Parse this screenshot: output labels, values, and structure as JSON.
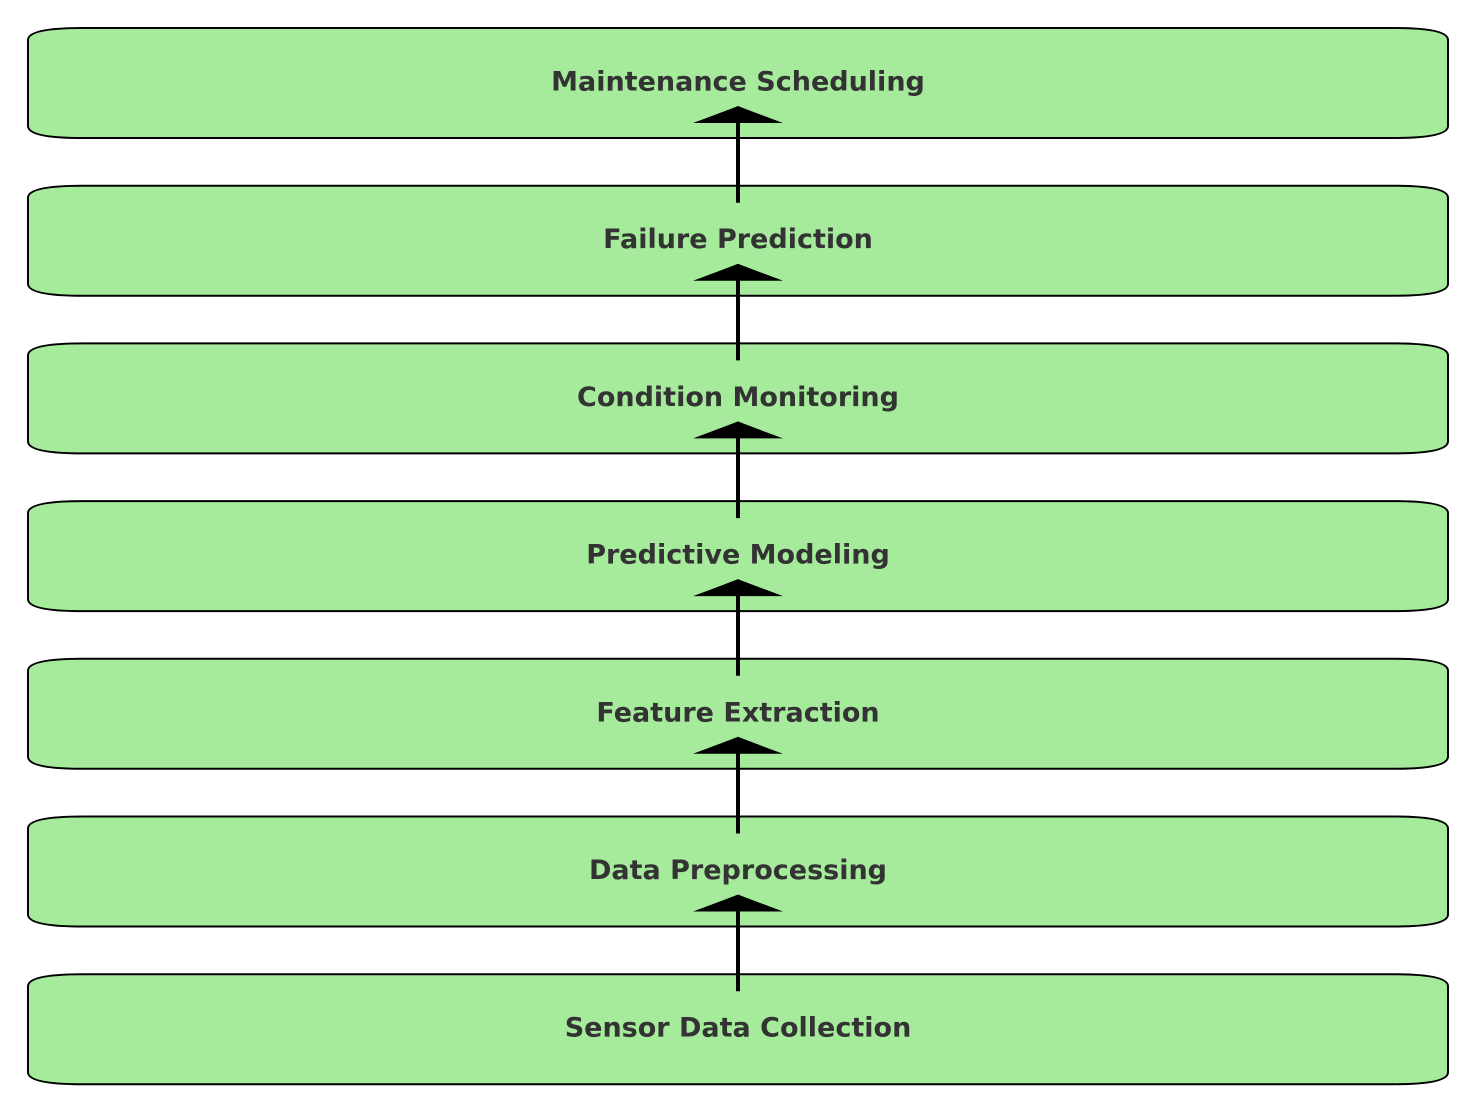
{
  "colors": {
    "stage_fill": "#a5eb9b",
    "stage_stroke": "#000000",
    "label_text": "#333333",
    "arrow": "#000000",
    "background": "#ffffff"
  },
  "diagram": {
    "direction": "bottom-to-top",
    "stages": [
      {
        "id": "maintenance-scheduling",
        "label": "Maintenance Scheduling"
      },
      {
        "id": "failure-prediction",
        "label": "Failure Prediction"
      },
      {
        "id": "condition-monitoring",
        "label": "Condition Monitoring"
      },
      {
        "id": "predictive-modeling",
        "label": "Predictive Modeling"
      },
      {
        "id": "feature-extraction",
        "label": "Feature Extraction"
      },
      {
        "id": "data-preprocessing",
        "label": "Data Preprocessing"
      },
      {
        "id": "sensor-data-collection",
        "label": "Sensor Data Collection"
      }
    ],
    "edges": [
      {
        "from": "sensor-data-collection",
        "to": "data-preprocessing"
      },
      {
        "from": "data-preprocessing",
        "to": "feature-extraction"
      },
      {
        "from": "feature-extraction",
        "to": "predictive-modeling"
      },
      {
        "from": "predictive-modeling",
        "to": "condition-monitoring"
      },
      {
        "from": "condition-monitoring",
        "to": "failure-prediction"
      },
      {
        "from": "failure-prediction",
        "to": "maintenance-scheduling"
      }
    ]
  }
}
